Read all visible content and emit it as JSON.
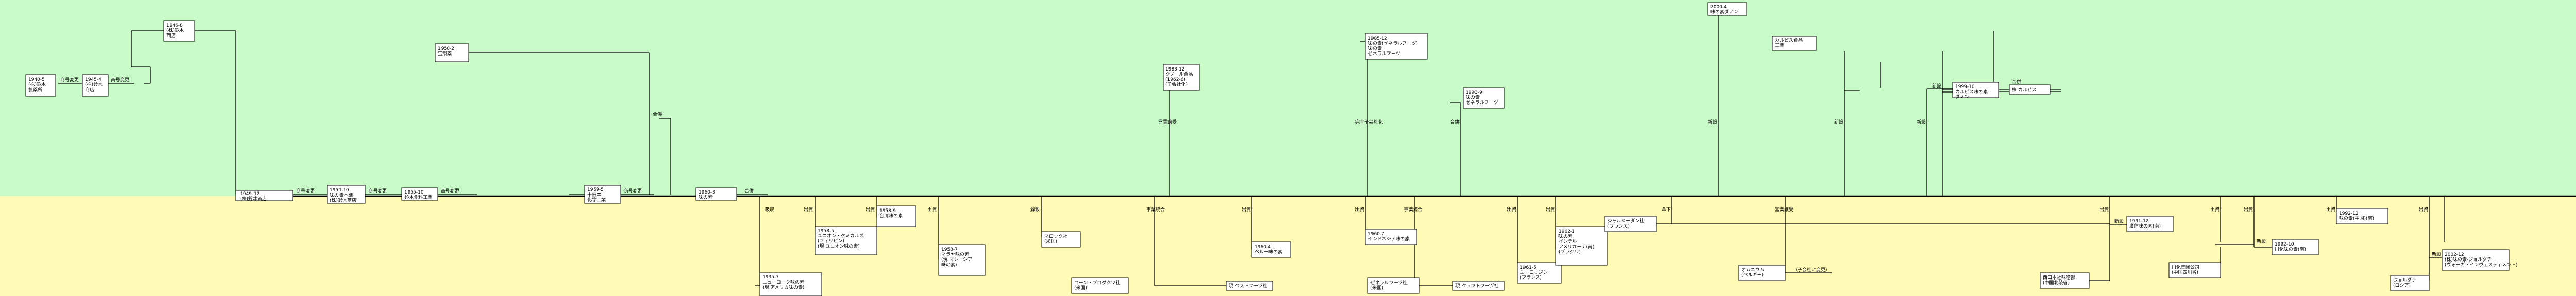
{
  "colors": {
    "upper_band": "#c8fbc8",
    "lower_band": "#fffbb7",
    "line": "#000000"
  },
  "labels": {
    "shogo": "商号変更",
    "gappei": "合併",
    "kyushu": "吸収",
    "eigyo": "営業譲受",
    "jigyo": "事業統合",
    "shinshutsu": "新設",
    "shusshi": "出資",
    "kaisan": "解散",
    "kanzen": "完全子会社化",
    "sanka": "傘下",
    "arrow_text": "（子会社に変更）"
  },
  "companies": {
    "c1": "1940-5\n(株)鈴木\n製薬所",
    "c2": "1945-4\n(株)鈴木\n商店",
    "c3": "1946-8\n(株)鈴木\n商店",
    "c4": "1949-12\n(株)鈴木商店",
    "c5": "1950-2\n宝製薬",
    "c6": "1951-10\n味の素本舗\n(株)鈴木商店",
    "c7": "1955-10\n鈴木食料工業",
    "c8": "1959-5\n十日本\n化学工業",
    "c9": "1960-3\n味の素",
    "c10": "1983-12\nクノール食品\n(1962-6)\n(子会社化)",
    "c11": "1985-12\n味の素(ゼネラルフーヅ)\n味の素\nゼネラルフーヅ",
    "c12": "1993-9\n味の素\nゼネラルフーヅ",
    "c13": "2000-4\n味の素ダノン",
    "c14": "カルピス食品\n工業",
    "c15": "1999-10\nカルピス味の素\nダノン",
    "c16": "株 カルピス",
    "d1": "1935-7\nニューヨーク味の素\n(現 アメリカ味の素)",
    "d2": "1958-5\nユニオン・ケミカルズ\n(フィリピン)\n(現 ユニオン味の素)",
    "d3": "1958-9\n台湾味の素",
    "d4": "1958-7\nマラヤ味の素\n(現 マレーシア\n味の素)",
    "d5": "マロック社\n(米国)",
    "d6": "コーン・プロダクツ社\n(米国)",
    "d7": "現 ベストフーヅ社",
    "d8": "1960-4\nペルー味の素",
    "d9": "1960-7\nインドネシア味の素",
    "d10": "ゼネラルフーヅ社\n(米国)",
    "d11": "現 クラフトフーヅ社",
    "d12": "1961-5\nユーロリジン\n(フランス)",
    "d13": "1962-1\n味の素\nインテル\nアメリカーナ(南)\n(ブラジル)",
    "d14": "ジャルヌーダン社\n(フランス)",
    "d15": "オムニウム\n(ベルギー)",
    "d16": "西口本社味噌部\n(中国北陵省)",
    "d17": "1991-12\n廣信味の素(南)",
    "d18": "川化集団公司\n(中国四川省)",
    "d19": "1992-10\n川化味の素(南)",
    "d20": "1992-12\n味の素(中国)(南)",
    "d21": "ジョルダチ\n(ロシア)",
    "d22": "2002-12\n(株)味の素-ジョルダチ\n(ヴォーガ・インヴェスティメント)"
  }
}
